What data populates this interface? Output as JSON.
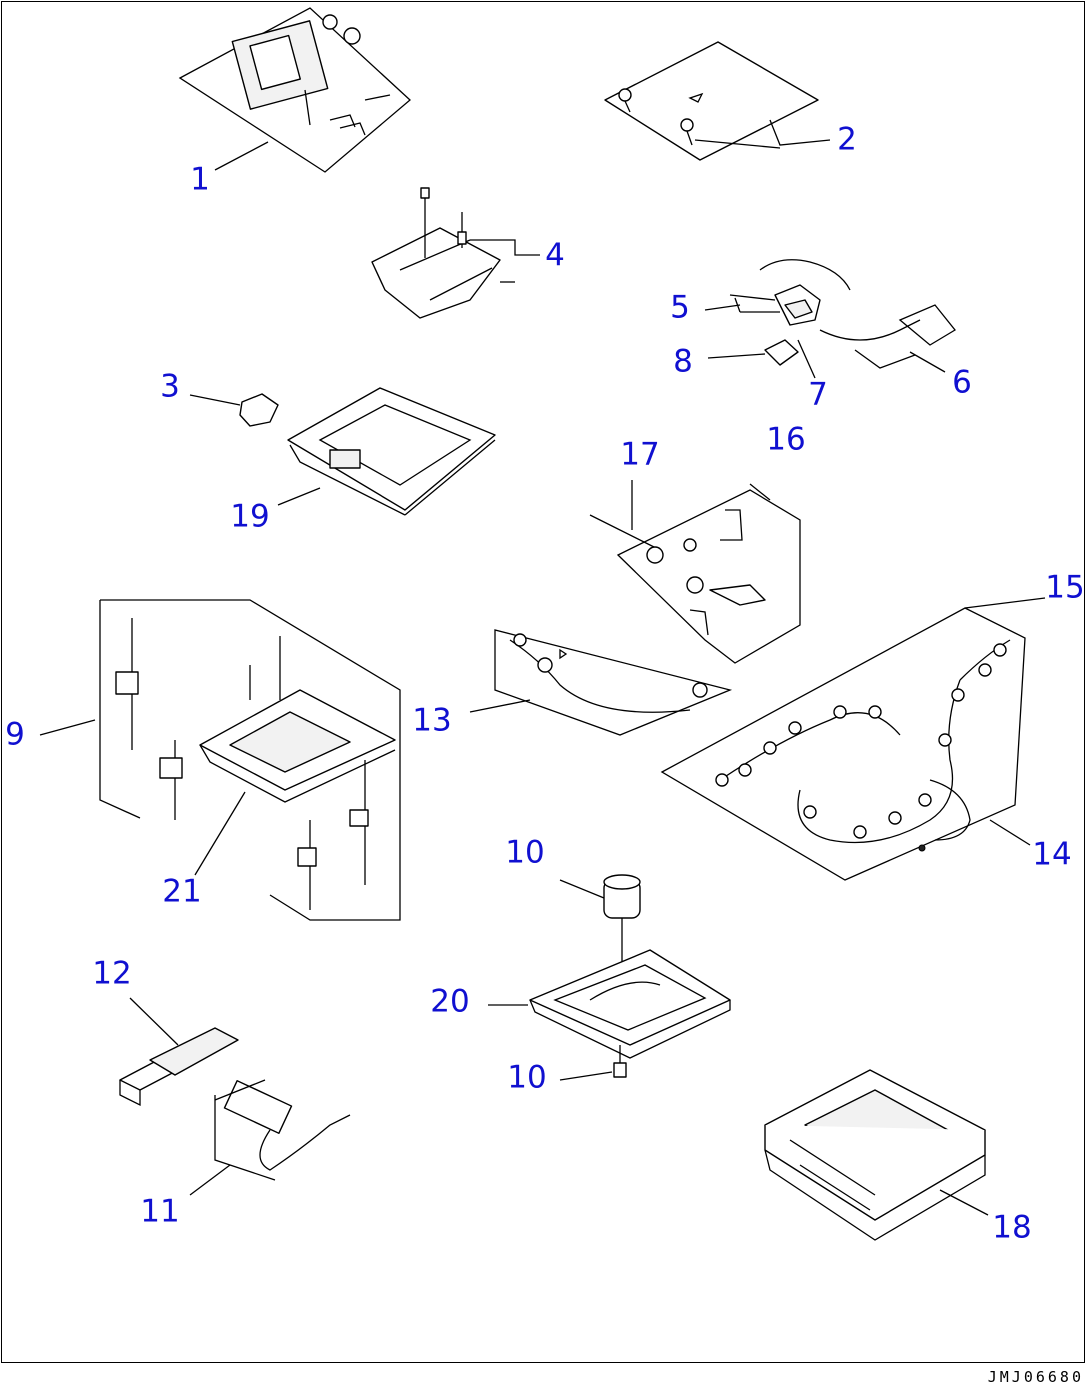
{
  "diagram": {
    "callout_color": "#1010d0",
    "drawing_code": "JMJ06680",
    "callouts": [
      {
        "id": "c1",
        "label": "1"
      },
      {
        "id": "c2",
        "label": "2"
      },
      {
        "id": "c3",
        "label": "3"
      },
      {
        "id": "c4",
        "label": "4"
      },
      {
        "id": "c5",
        "label": "5"
      },
      {
        "id": "c6",
        "label": "6"
      },
      {
        "id": "c7",
        "label": "7"
      },
      {
        "id": "c8",
        "label": "8"
      },
      {
        "id": "c9",
        "label": "9"
      },
      {
        "id": "c10a",
        "label": "10"
      },
      {
        "id": "c10b",
        "label": "10"
      },
      {
        "id": "c11",
        "label": "11"
      },
      {
        "id": "c12",
        "label": "12"
      },
      {
        "id": "c13",
        "label": "13"
      },
      {
        "id": "c14",
        "label": "14"
      },
      {
        "id": "c15",
        "label": "15"
      },
      {
        "id": "c16",
        "label": "16"
      },
      {
        "id": "c17",
        "label": "17"
      },
      {
        "id": "c18",
        "label": "18"
      },
      {
        "id": "c19",
        "label": "19"
      },
      {
        "id": "c20",
        "label": "20"
      },
      {
        "id": "c21",
        "label": "21"
      }
    ]
  }
}
